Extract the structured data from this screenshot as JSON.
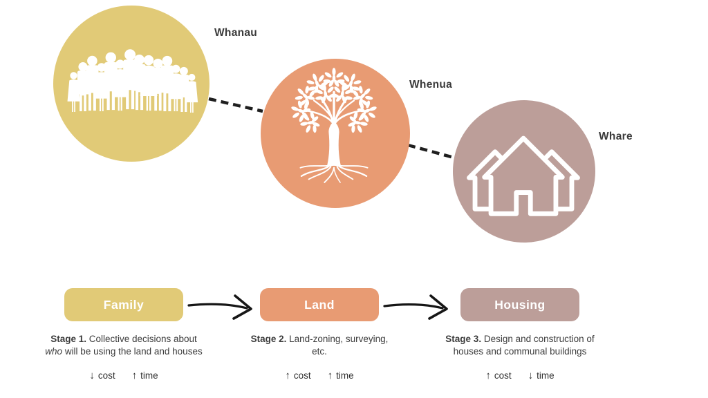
{
  "palette": {
    "whanau_yellow": "#e1ca77",
    "whenua_orange": "#e89b73",
    "whare_mauve": "#bc9e99",
    "text_dark": "#3b3b3b",
    "connector_black": "#1f1f1f",
    "icon_white": "#ffffff"
  },
  "circles": [
    {
      "label": "Whanau",
      "color": "#e1ca77",
      "icon": "people-crowd-icon"
    },
    {
      "label": "Whenua",
      "color": "#e89b73",
      "icon": "tree-icon"
    },
    {
      "label": "Whare",
      "color": "#bc9e99",
      "icon": "houses-icon"
    }
  ],
  "stages": [
    {
      "pill": "Family",
      "color": "#e1ca77",
      "stage_label": "Stage 1.",
      "line1": " Collective decisions about",
      "line2_italic": "who",
      "line2": " will be using the land and houses",
      "cost_arrow": "↓",
      "cost_label": "cost",
      "time_arrow": "↑",
      "time_label": "time"
    },
    {
      "pill": "Land",
      "color": "#e89b73",
      "stage_label": "Stage 2.",
      "line1": " Land-zoning, surveying,",
      "line2_italic": "",
      "line2": "etc.",
      "cost_arrow": "↑",
      "cost_label": "cost",
      "time_arrow": "↑",
      "time_label": "time"
    },
    {
      "pill": "Housing",
      "color": "#bc9e99",
      "stage_label": "Stage 3.",
      "line1": " Design and construction of",
      "line2_italic": "",
      "line2": "houses and communal buildings",
      "cost_arrow": "↑",
      "cost_label": "cost",
      "time_arrow": "↓",
      "time_label": "time"
    }
  ]
}
